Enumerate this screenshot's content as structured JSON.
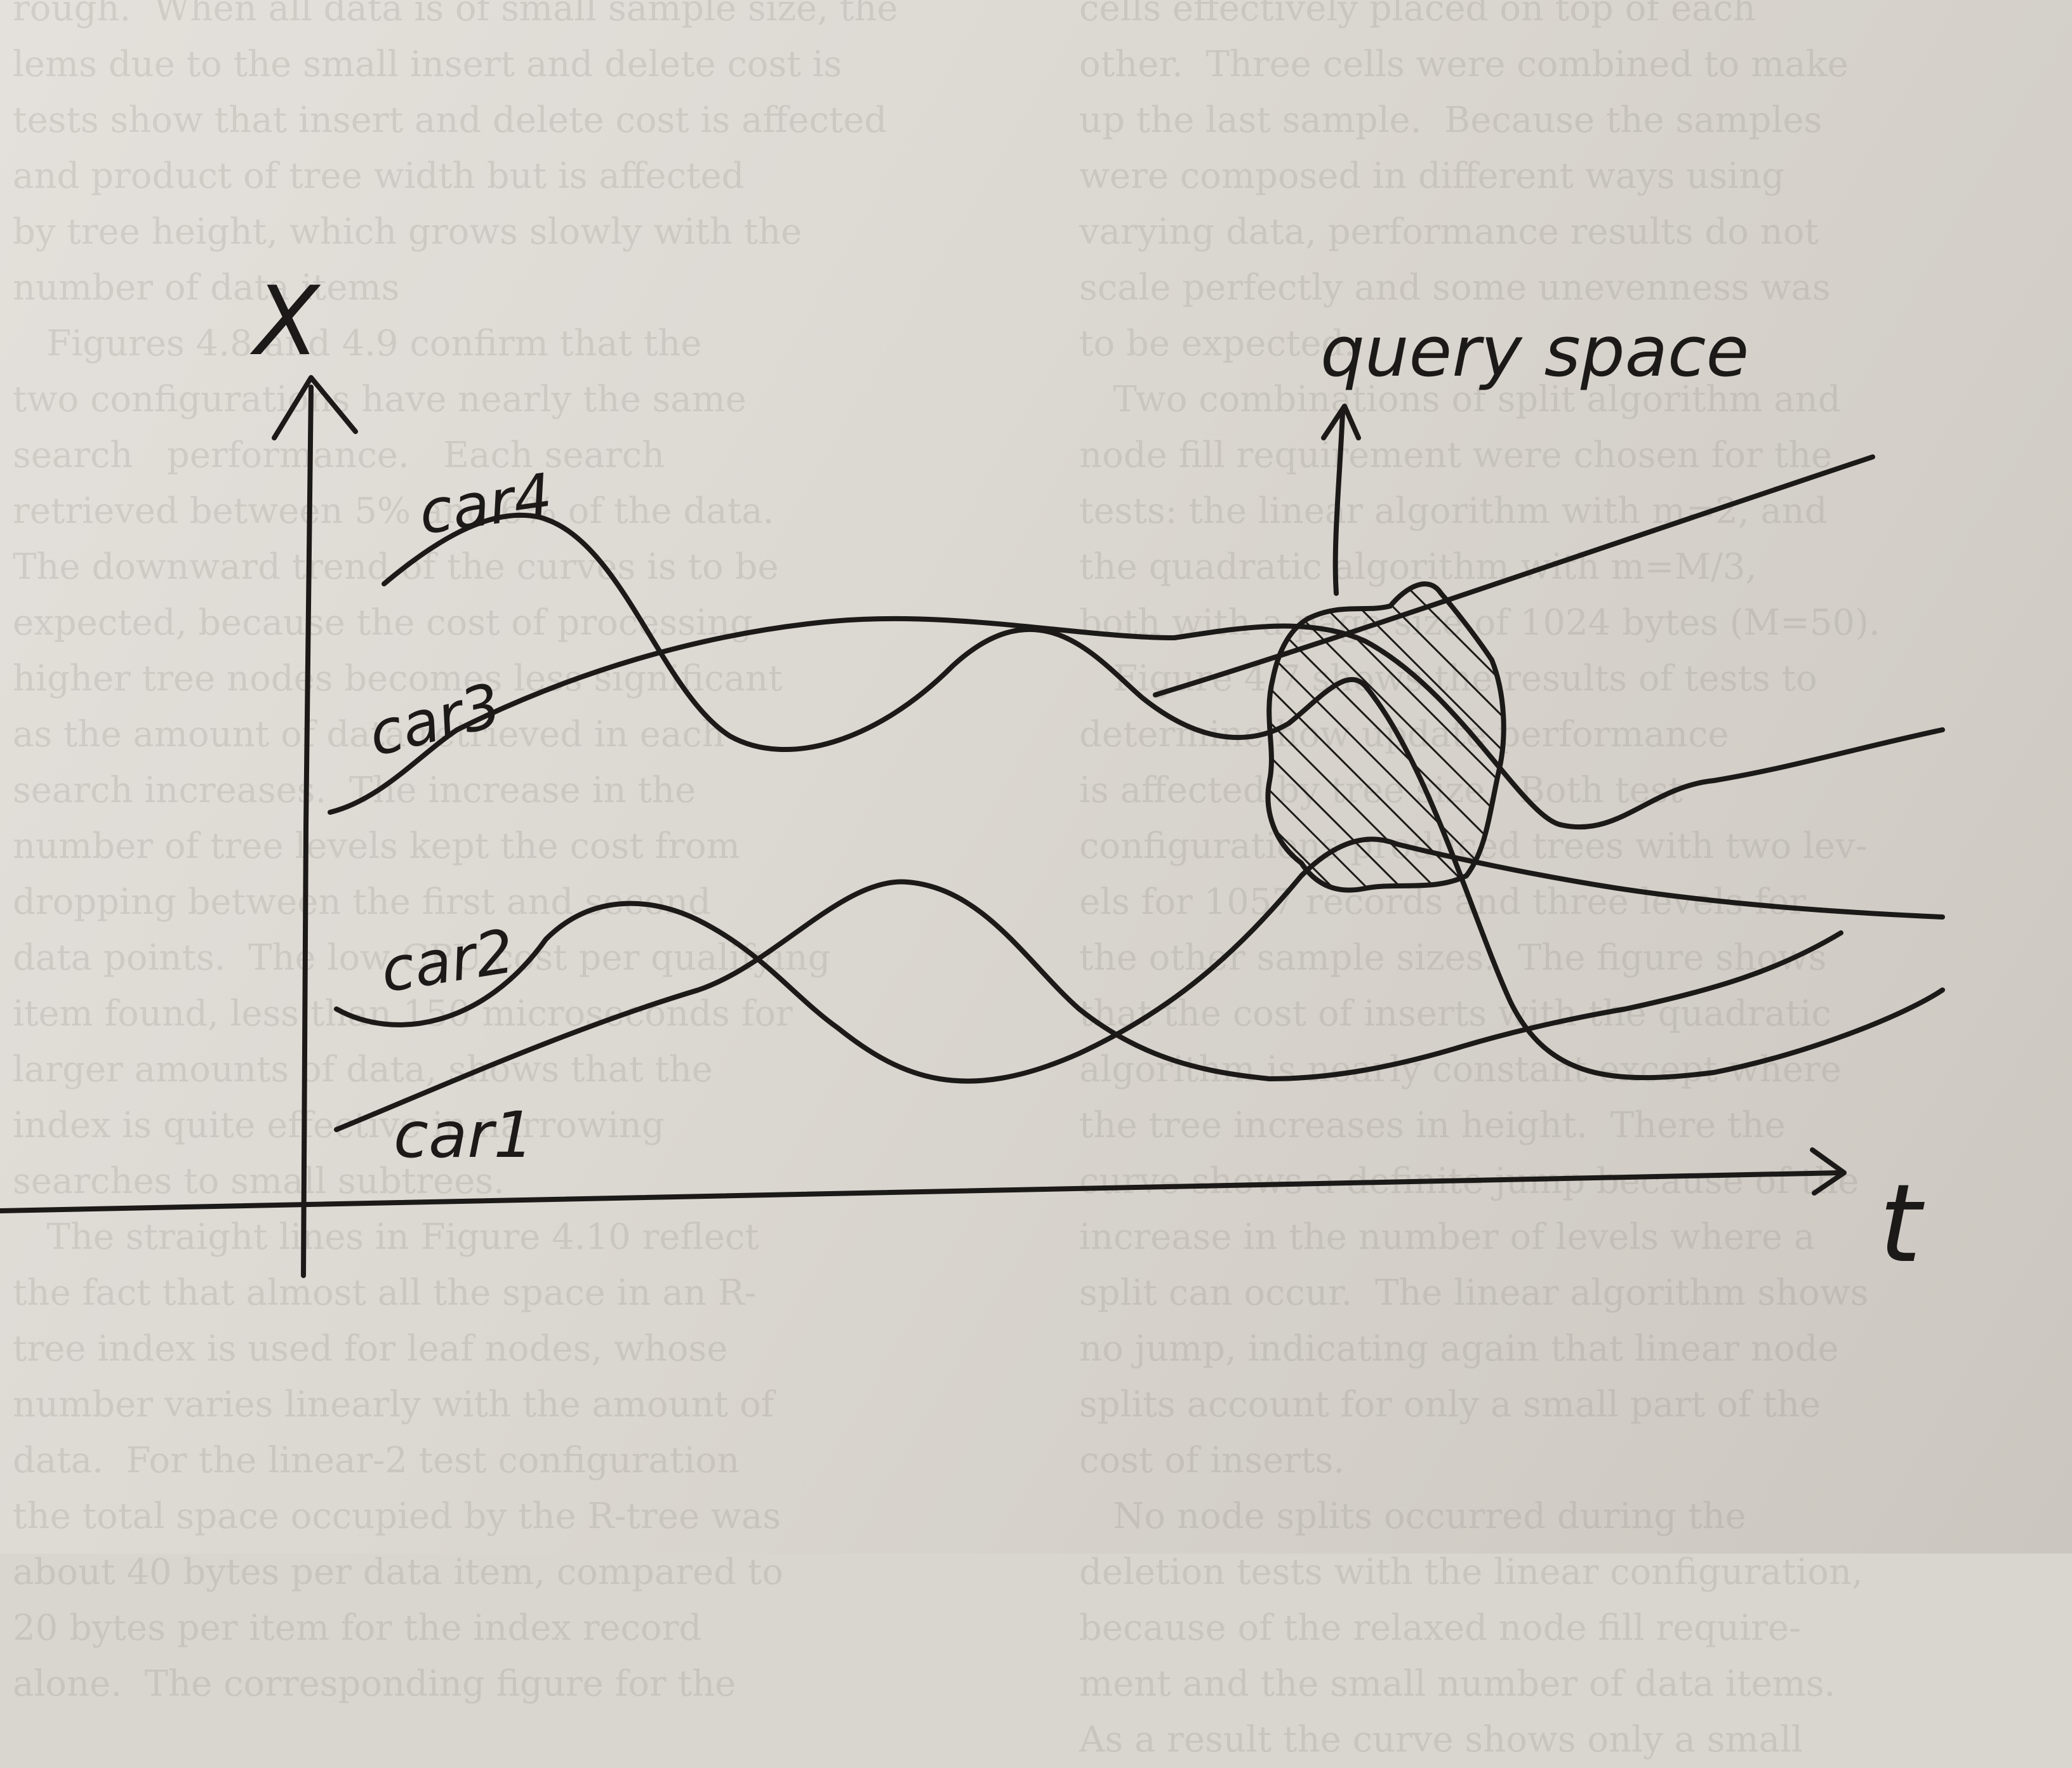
{
  "background_text": {
    "left_column": "rough.  When all data is of small sample size, the\nlems due to the small insert and delete cost is\ntests show that insert and delete cost is affected\nand product of tree width but is affected\nby tree height, which grows slowly with the\nnumber of data items\n   Figures 4.8 and 4.9 confirm that the\ntwo configurations have nearly the same\nsearch   performance.   Each search\nretrieved between 5% and 6% of the data.\nThe downward trend of the curves is to be\nexpected, because the cost of processing\nhigher tree nodes becomes less significant\nas the amount of data retrieved in each\nsearch increases.  The increase in the\nnumber of tree levels kept the cost from\ndropping between the first and second\ndata points.  The low CPU cost per qualifying\nitem found, less than 150 microseconds for\nlarger amounts of data, shows that the\nindex is quite effective in narrowing\nsearches to small subtrees.\n   The straight lines in Figure 4.10 reflect\nthe fact that almost all the space in an R-\ntree index is used for leaf nodes, whose\nnumber varies linearly with the amount of\ndata.  For the linear-2 test configuration\nthe total space occupied by the R-tree was\nabout 40 bytes per data item, compared to\n20 bytes per item for the index record\nalone.  The corresponding figure for the",
    "right_column": "cells effectively placed on top of each\nother.  Three cells were combined to make\nup the last sample.  Because the samples\nwere composed in different ways using\nvarying data, performance results do not\nscale perfectly and some unevenness was\nto be expected.\n   Two combinations of split algorithm and\nnode fill requirement were chosen for the\ntests: the linear algorithm with m=2, and\nthe quadratic algorithm with m=M/3,\nboth with a page size of 1024 bytes (M=50).\n   Figure 4.7 shows the results of tests to\ndetermine how update performance\nis affected by tree size.  Both test\nconfigurations produced trees with two lev-\nels for 1057 records and three levels for\nthe other sample sizes.  The figure shows\nthat the cost of inserts with the quadratic\nalgorithm is nearly constant except where\nthe tree increases in height.  There the\ncurve shows a definite jump because of the\nincrease in the number of levels where a\nsplit can occur.  The linear algorithm shows\nno jump, indicating again that linear node\nsplits account for only a small part of the\ncost of inserts.\n   No node splits occurred during the\ndeletion tests with the linear configuration,\nbecause of the relaxed node fill require-\nment and the small number of data items.\nAs a result the curve shows only a small"
  },
  "sketch": {
    "y_axis_label": "X",
    "x_axis_label": "t",
    "curves": [
      {
        "label": "car4"
      },
      {
        "label": "car3"
      },
      {
        "label": "car2"
      },
      {
        "label": "car1"
      }
    ],
    "region_label": "query space"
  }
}
